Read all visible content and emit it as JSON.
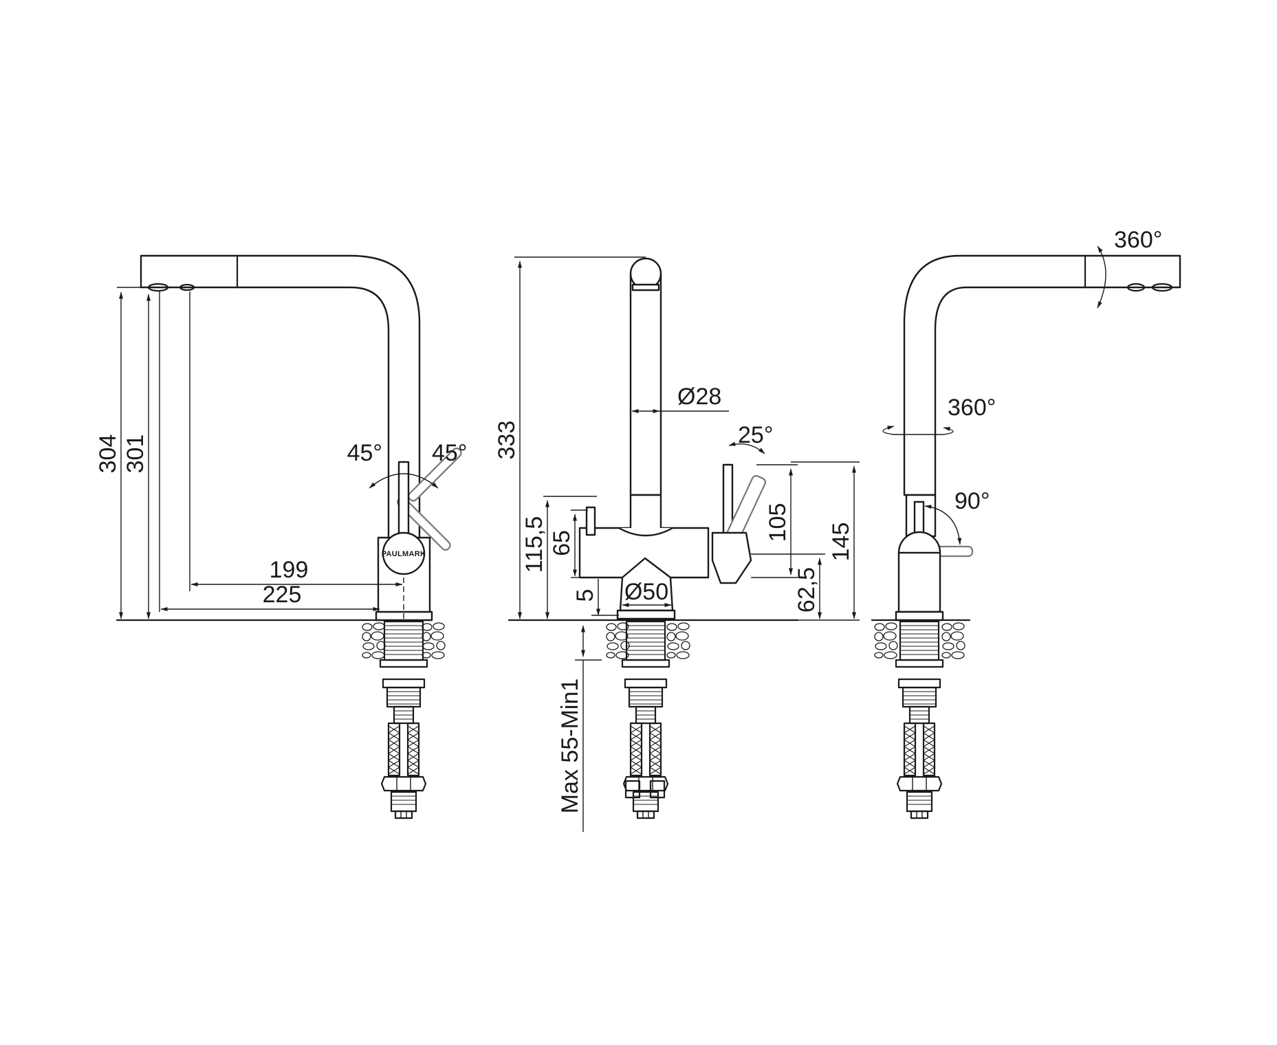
{
  "brand": {
    "logo_text": "PAULMARK"
  },
  "side_view": {
    "height_total": "304",
    "height_outlet": "301",
    "reach_inner": "199",
    "reach_outer": "225",
    "lever_angle_left": "45°",
    "lever_angle_right": "45°"
  },
  "front_view": {
    "height_total": "333",
    "spout_diameter": "Ø28",
    "body_diameter": "Ø50",
    "lever_angle": "25°",
    "side_handle_height": "115,5",
    "side_handle_length": "65",
    "base_offset": "5",
    "lever_length": "105",
    "lever_base_height": "62,5",
    "lever_top_height": "145",
    "countertop_thickness": "Max 55-Min1"
  },
  "rear_view": {
    "head_rotation": "360°",
    "spout_rotation": "360°",
    "lever_rotation": "90°"
  }
}
